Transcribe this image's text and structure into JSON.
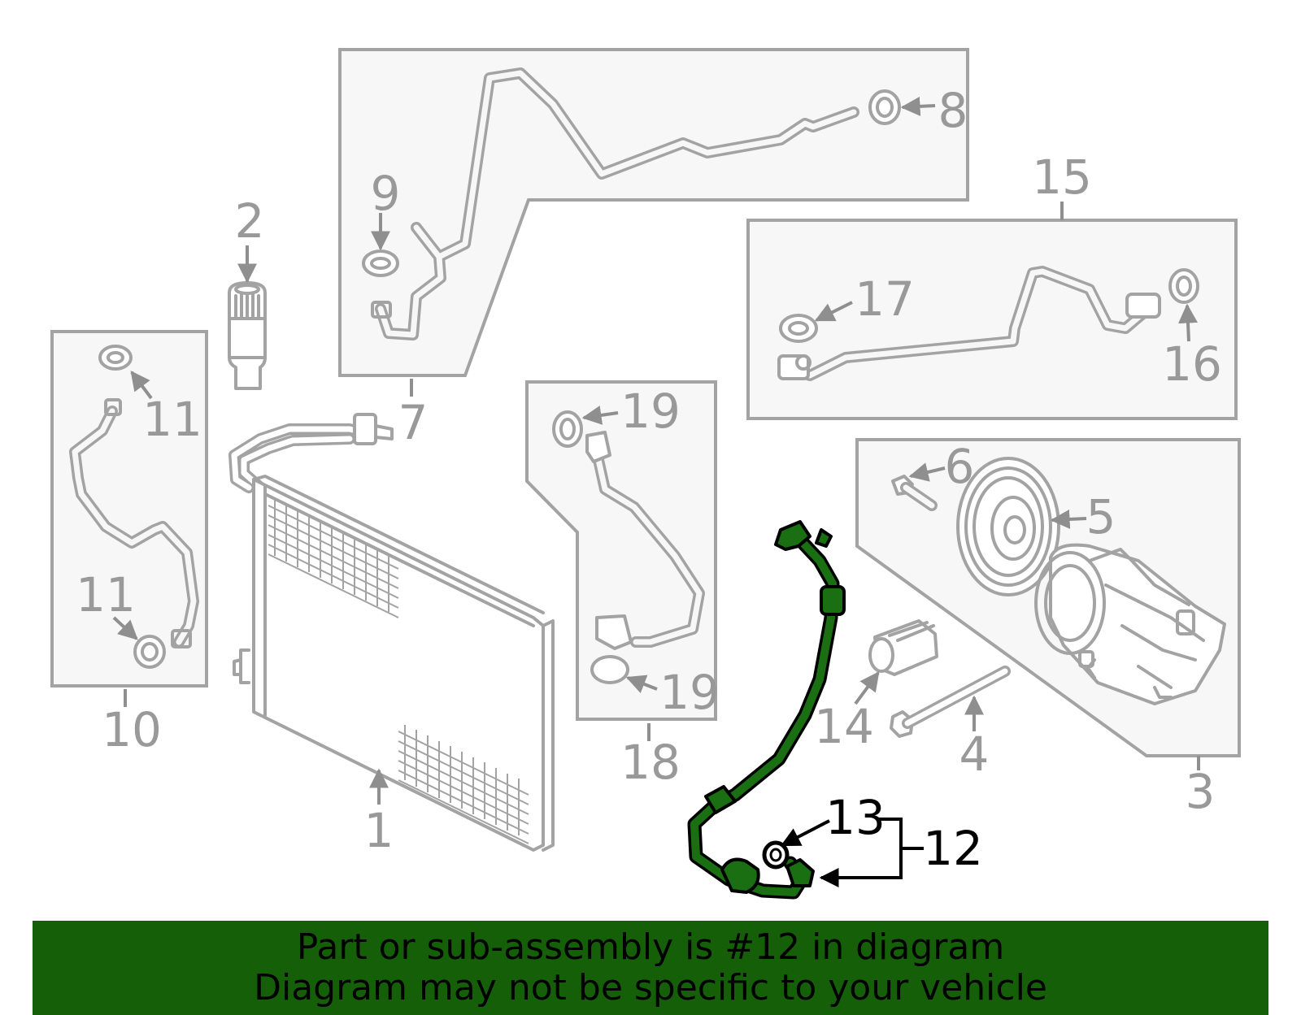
{
  "callouts": {
    "c1": "1",
    "c2": "2",
    "c3": "3",
    "c4": "4",
    "c5": "5",
    "c6": "6",
    "c7": "7",
    "c8": "8",
    "c9": "9",
    "c10": "10",
    "c11a": "11",
    "c11b": "11",
    "c12": "12",
    "c13": "13",
    "c14": "14",
    "c15": "15",
    "c16": "16",
    "c17": "17",
    "c18": "18",
    "c19a": "19",
    "c19b": "19"
  },
  "highlight": {
    "part": "12",
    "color": "#1a6f12"
  },
  "banner": {
    "line1": "Part or sub-assembly is #12 in diagram",
    "line2": "Diagram may not be specific to your vehicle",
    "background": "#155f09"
  }
}
